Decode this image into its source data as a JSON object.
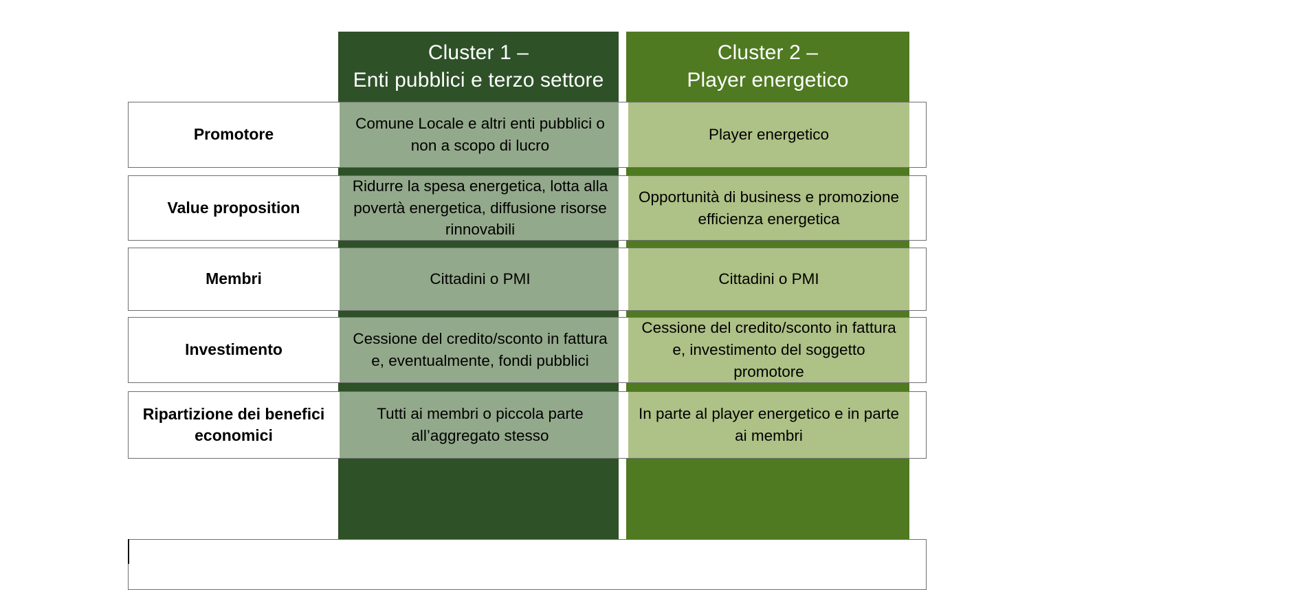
{
  "title": "Comparison table of community energy clusters",
  "colors": {
    "col1_header_bg": "#2E5128",
    "col1_band_bg": "#93A98B",
    "col1_band_strip": "#2E5128",
    "col2_header_bg": "#4F7A21",
    "col2_band_bg": "#AEC186",
    "col2_band_strip": "#4F7A21",
    "row_border": "#6E6E6E",
    "header_text": "#FFFFFF",
    "body_text": "#000000",
    "page_bg": "#FFFFFF"
  },
  "columns": [
    {
      "id": "cluster-1",
      "header_line1": "Cluster 1 –",
      "header_line2": "Enti pubblici e terzo settore"
    },
    {
      "id": "cluster-2",
      "header_line1": "Cluster 2 –",
      "header_line2": "Player energetico"
    }
  ],
  "rows": [
    {
      "label": "Promotore",
      "col1": "Comune Locale e altri enti pubblici o non a scopo di lucro",
      "col2": "Player energetico"
    },
    {
      "label": "Value proposition",
      "col1": "Ridurre la spesa energetica, lotta alla povertà energetica, diffusione risorse rinnovabili",
      "col2": "Opportunità di business e promozione efficienza energetica"
    },
    {
      "label": "Membri",
      "col1": "Cittadini o PMI",
      "col2": "Cittadini o PMI"
    },
    {
      "label": "Investimento",
      "col1": "Cessione del credito/sconto in fattura e, eventualmente, fondi pubblici",
      "col2": "Cessione del credito/sconto in fattura e, investimento del soggetto promotore"
    },
    {
      "label": "Ripartizione dei benefici economici",
      "col1": "Tutti ai membri o piccola parte all’aggregato stesso",
      "col2": "In parte al player energetico e in parte ai membri"
    },
    {
      "label": "",
      "col1": "",
      "col2": ""
    }
  ]
}
